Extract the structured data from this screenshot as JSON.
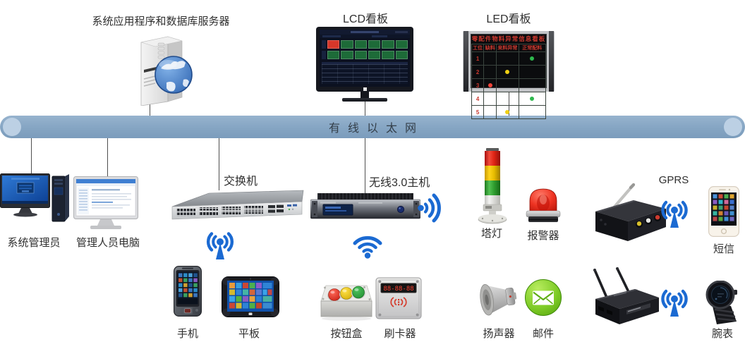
{
  "bus": {
    "label": "有线以太网"
  },
  "top": {
    "server": {
      "label": "系统应用程序和数据库服务器"
    },
    "lcd": {
      "label": "LCD看板",
      "screen": {
        "row1_blocks": [
          "#d6372a",
          "#1d6b38",
          "#1d6b38",
          "#1d6b38",
          "#1d6b38",
          "#1d6b38"
        ],
        "row2_blocks": [
          "#1d6b38",
          "#1d6b38",
          "#1d6b38",
          "#1d6b38",
          "#1d6b38",
          "#1d6b38"
        ]
      }
    },
    "led": {
      "label": "LED看板",
      "panel": {
        "title": "零配件物料异常信息看板",
        "columns": [
          "工位",
          "缺料",
          "来料异常",
          "正常配料"
        ],
        "rows": [
          {
            "station": "1",
            "dot_col": 3,
            "dot_color": "#2eb84d"
          },
          {
            "station": "2",
            "dot_col": 2,
            "dot_color": "#f0d013"
          },
          {
            "station": "3",
            "dot_col": 1,
            "dot_color": "#f04338"
          },
          {
            "station": "4",
            "dot_col": 3,
            "dot_color": "#2eb84d"
          },
          {
            "station": "5",
            "dot_col": 2,
            "dot_color": "#f0d013"
          }
        ]
      }
    }
  },
  "middle": {
    "system_admin": {
      "label": "系统管理员"
    },
    "management_pc": {
      "label": "管理人员电脑"
    },
    "switch": {
      "label": "交换机"
    },
    "wireless_host": {
      "label": "无线3.0主机"
    },
    "tower_light": {
      "label": "塔灯"
    },
    "alarm": {
      "label": "报警器"
    },
    "gprs": {
      "label": "GPRS"
    },
    "sms": {
      "label": "短信"
    }
  },
  "bottom": {
    "phone": {
      "label": "手机"
    },
    "tablet": {
      "label": "平板"
    },
    "button_box": {
      "label": "按钮盒"
    },
    "card_reader": {
      "label": "刷卡器"
    },
    "speaker": {
      "label": "扬声器"
    },
    "email": {
      "label": "邮件"
    },
    "watch": {
      "label": "腕表"
    }
  },
  "colors": {
    "bus": "#85a5c3",
    "bus_cap": "#bcd0e4",
    "wireless_blue": "#1b6ad2",
    "connector_line": "#4f4f4f",
    "led_alert_red": "#f04338",
    "led_warn_yellow": "#f0d013",
    "led_ok_green": "#2eb84d"
  }
}
